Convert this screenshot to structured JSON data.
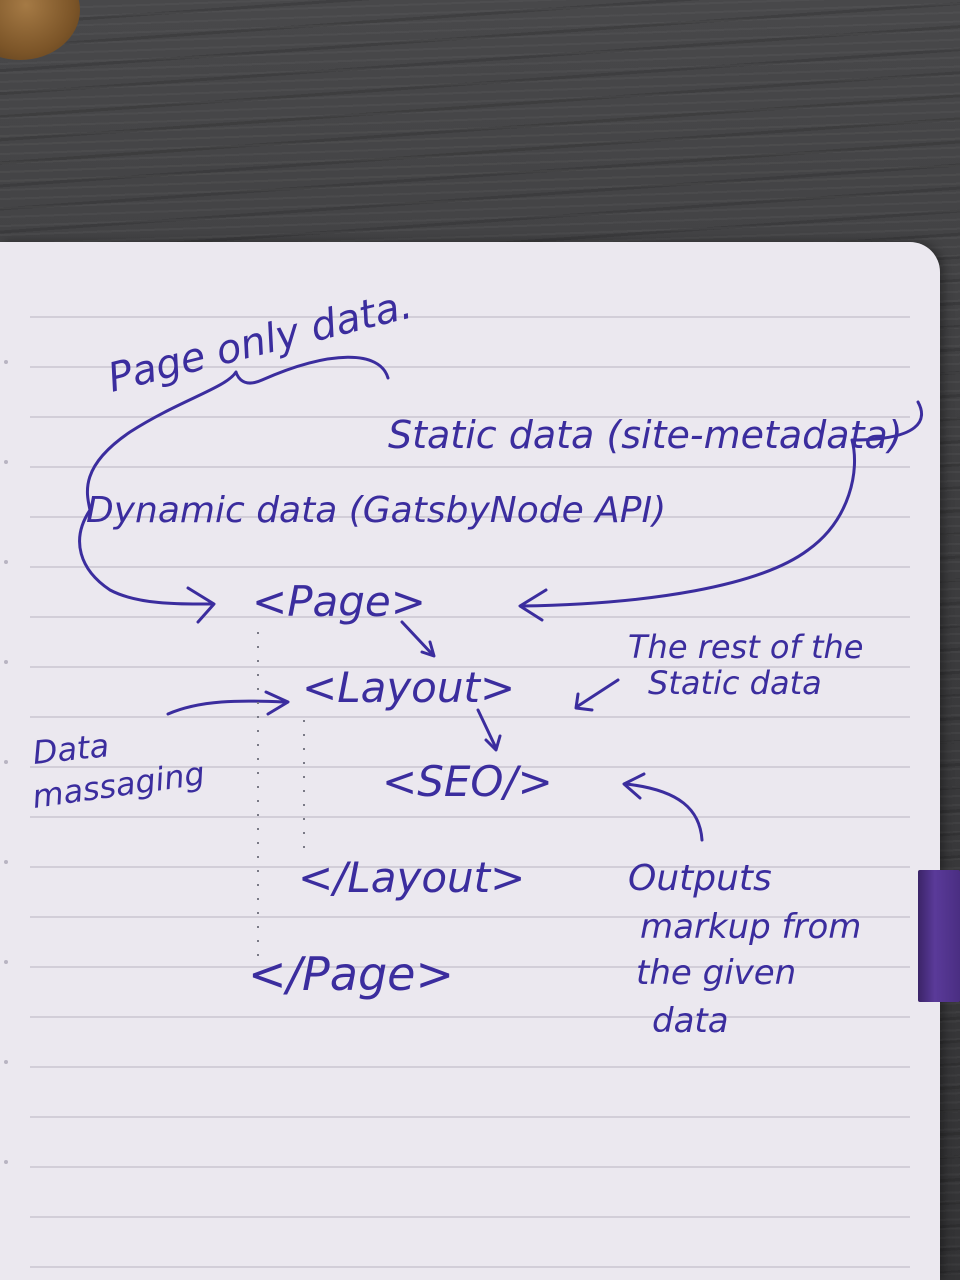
{
  "notes": {
    "page_only": "Page only data.",
    "static_data": "Static data (site-metadata)",
    "dynamic_data": "Dynamic data (GatsbyNode API)",
    "page_open": "<Page>",
    "layout_open": "<Layout>",
    "seo": "<SEO/>",
    "layout_close": "</Layout>",
    "page_close": "</Page>",
    "rest_static_1": "The rest of the",
    "rest_static_2": "Static data",
    "massaging_1": "Data",
    "massaging_2": "massaging",
    "outputs_1": "Outputs",
    "outputs_2": "markup from",
    "outputs_3": "the given",
    "outputs_4": "data"
  },
  "colors": {
    "ink": "#3b2d9e",
    "paper": "#ebe8ef",
    "rule": "#c9c6d1"
  }
}
